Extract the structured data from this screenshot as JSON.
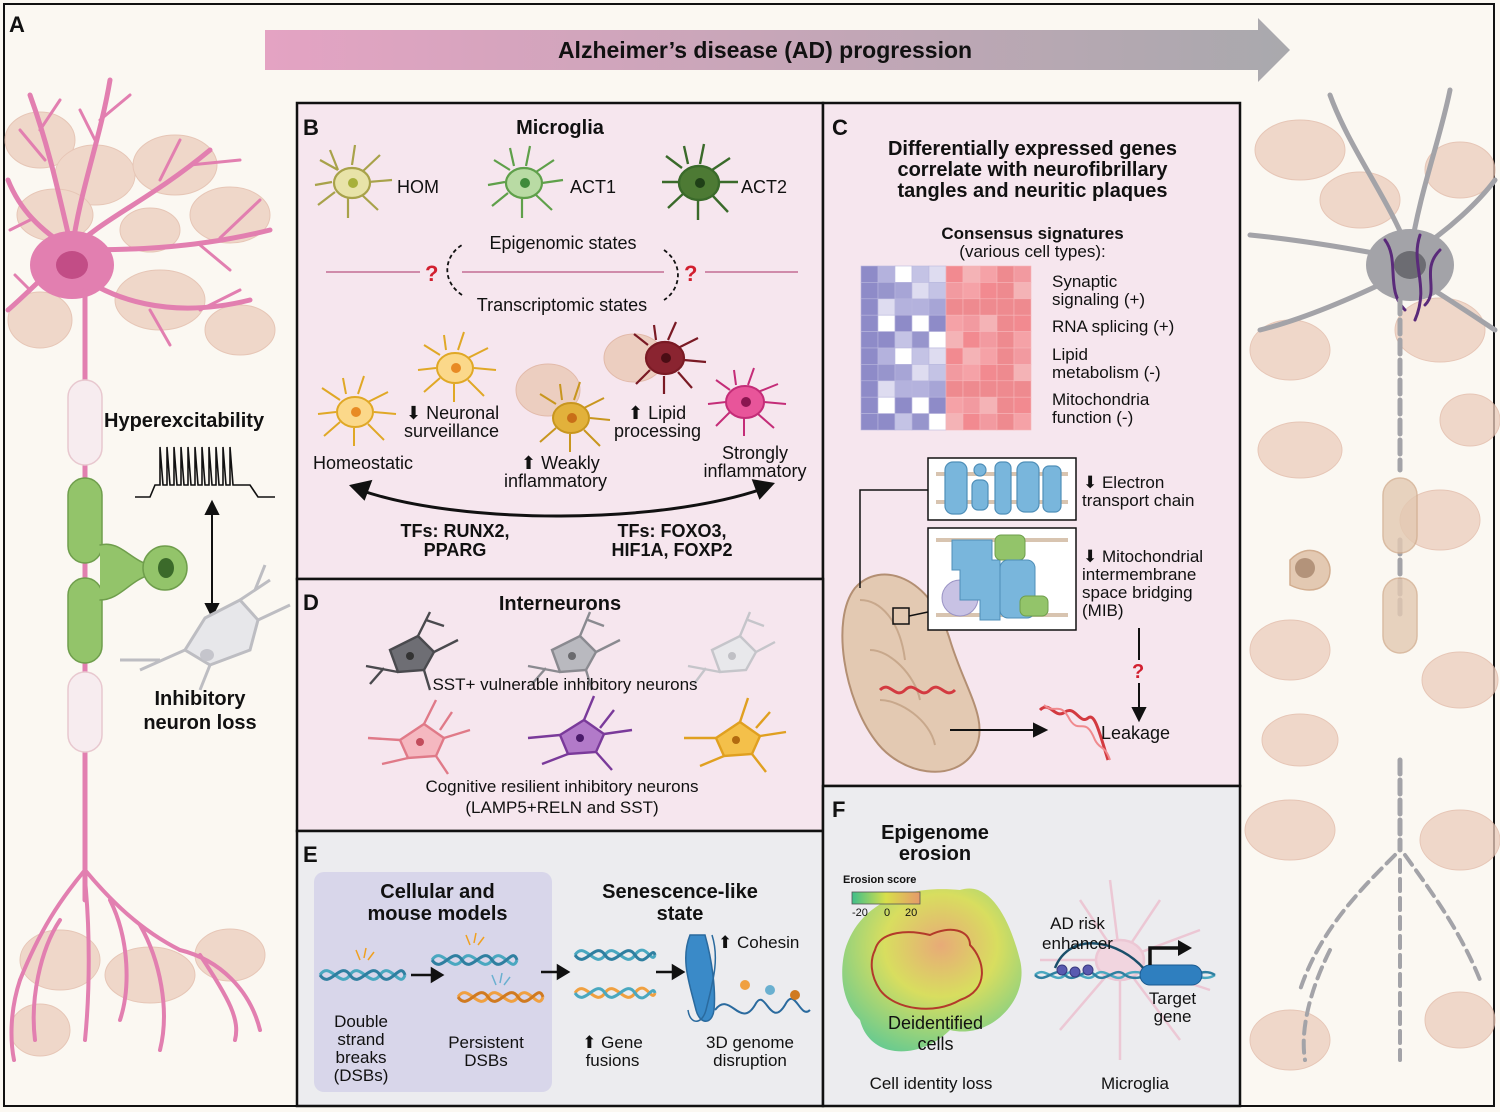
{
  "colors": {
    "neuron_pink": "#e27fb0",
    "neuron_gray": "#a3a3a8",
    "myelin_green": "#93c46a",
    "plaque_tan": "#e8c5b4",
    "panel_pink": "#f6e6ee",
    "panel_gray": "#ececef",
    "heatmap_blue": "#9d9ad0",
    "heatmap_red": "#f39298",
    "question_red": "#d21f2f"
  },
  "panel_a": {
    "letter": "A",
    "progression_label": "Alzheimer’s disease (AD) progression",
    "hyperexcitability": "Hyperexcitability",
    "inhibitory_loss_1": "Inhibitory",
    "inhibitory_loss_2": "neuron loss"
  },
  "panel_b": {
    "letter": "B",
    "title": "Microglia",
    "states": [
      "HOM",
      "ACT1",
      "ACT2"
    ],
    "epigenomic": "Epigenomic states",
    "transcriptomic": "Transcriptomic states",
    "question": "?",
    "neuronal_1": "⬇ Neuronal",
    "neuronal_2": "surveillance",
    "lipid_1": "⬆ Lipid",
    "lipid_2": "processing",
    "homeostatic": "Homeostatic",
    "weakly_1": "⬆ Weakly",
    "weakly_2": "inflammatory",
    "strongly_1": "Strongly",
    "strongly_2": "inflammatory",
    "tfs_left_1": "TFs: RUNX2,",
    "tfs_left_2": "PPARG",
    "tfs_right_1": "TFs: FOXO3,",
    "tfs_right_2": "HIF1A, FOXP2"
  },
  "panel_c": {
    "letter": "C",
    "title_1": "Differentially expressed genes",
    "title_2": "correlate with neurofibrillary",
    "title_3": "tangles and neuritic plaques",
    "consensus_1": "Consensus signatures",
    "consensus_2": "(various cell types):",
    "sig_1a": "Synaptic",
    "sig_1b": "signaling (+)",
    "sig_2": "RNA splicing (+)",
    "sig_3a": "Lipid",
    "sig_3b": "metabolism (-)",
    "sig_4a": "Mitochondria",
    "sig_4b": "function (-)",
    "etc_1": "⬇ Electron",
    "etc_2": "transport chain",
    "mib_1": "⬇ Mitochondrial",
    "mib_2": "intermembrane",
    "mib_3": "space bridging",
    "mib_4": "(MIB)",
    "question": "?",
    "leakage": "Leakage"
  },
  "panel_d": {
    "letter": "D",
    "title": "Interneurons",
    "sst_label": "SST+ vulnerable inhibitory neurons",
    "resilient_1": "Cognitive resilient inhibitory neurons",
    "resilient_2": "(LAMP5+RELN and SST)"
  },
  "panel_e": {
    "letter": "E",
    "models_1": "Cellular and",
    "models_2": "mouse models",
    "senescence_1": "Senescence-like",
    "senescence_2": "state",
    "cohesin": "⬆ Cohesin",
    "dsb_1": "Double",
    "dsb_2": "strand",
    "dsb_3": "breaks",
    "dsb_4": "(DSBs)",
    "persistent_1": "Persistent",
    "persistent_2": "DSBs",
    "fusions_1": "⬆ Gene",
    "fusions_2": "fusions",
    "genome_1": "3D genome",
    "genome_2": "disruption"
  },
  "panel_f": {
    "letter": "F",
    "title_1": "Epigenome",
    "title_2": "erosion",
    "erosion_score": "Erosion score",
    "scale_ticks": [
      "-20",
      "0",
      "20"
    ],
    "deidentified_1": "Deidentified",
    "deidentified_2": "cells",
    "ad_risk_1": "AD risk",
    "ad_risk_2": "enhancer",
    "target_1": "Target",
    "target_2": "gene",
    "cell_identity": "Cell identity loss",
    "microglia": "Microglia"
  }
}
